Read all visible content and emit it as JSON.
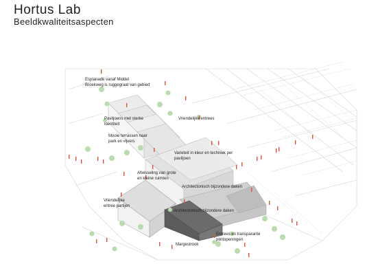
{
  "header": {
    "title": "Hortus Lab",
    "subtitle": "Beeldkwaliteitsaspecten"
  },
  "annotations": [
    {
      "id": "esplanade",
      "text": "Esplanade vanaf Middel\nBroekweg is ruggegraat van gebied"
    },
    {
      "id": "paviljoens",
      "text": "Paviljoens met sterke\nidentiteit"
    },
    {
      "id": "vriendelijke1",
      "text": "Vriendelijke entrees"
    },
    {
      "id": "terrassen",
      "text": "Mooie terrassen naar\npark en vijvers"
    },
    {
      "id": "varieteit",
      "text": "Varieteit in kleur en techniek per\npaviljoen"
    },
    {
      "id": "afwisseling",
      "text": "Afwisseling van grote\nen kleine ruimten"
    },
    {
      "id": "daken1",
      "text": "Architectonisch bijzondere daken"
    },
    {
      "id": "vriendelijke2",
      "text": "Vriendelijke\nentree partijen"
    },
    {
      "id": "daken2",
      "text": "Architectonisch bijzondere daken"
    },
    {
      "id": "entrees",
      "text": "Entrees en transparante\nplintopeningen"
    },
    {
      "id": "margestrook",
      "text": "Margestrook"
    }
  ],
  "colors": {
    "roof_light": "#ececec",
    "roof_mid": "#dcdcdc",
    "roof_dark": "#6b6b6b",
    "wall_light": "#f4f4f4",
    "tree": "#b9dcae",
    "person": "#e0503c",
    "line": "#cfcfcf"
  }
}
